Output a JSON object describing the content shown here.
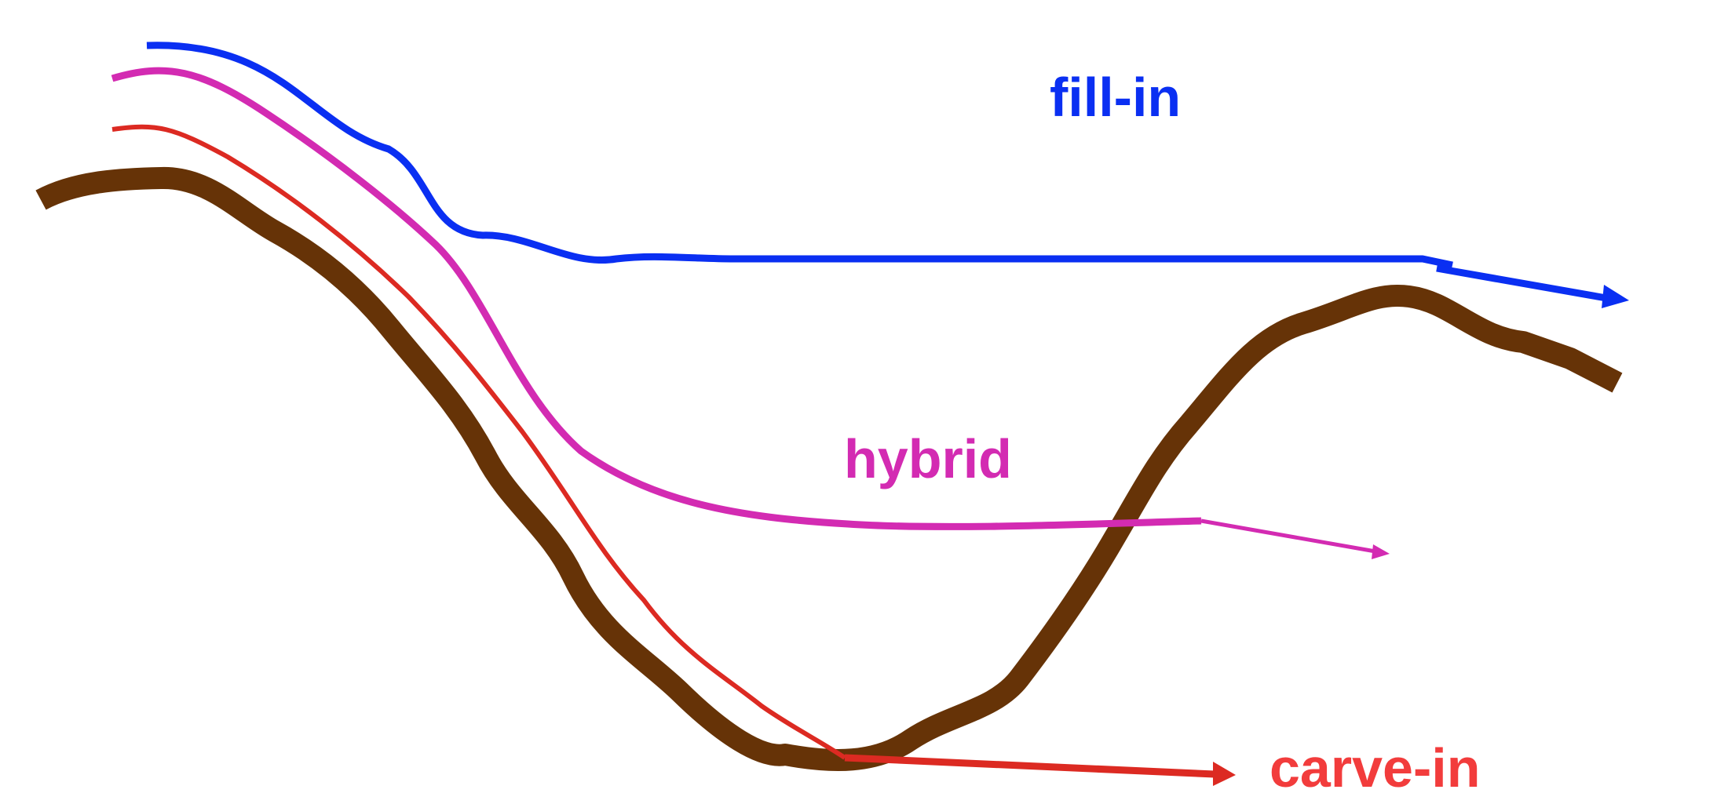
{
  "labels": {
    "fill_in": "fill-in",
    "hybrid": "hybrid",
    "carve_in": "carve-in"
  },
  "colors": {
    "terrain": "#663307",
    "fill_in": "#0a2ff2",
    "hybrid": "#d32bb2",
    "carve_in": "#dc2a22",
    "carve_in_label": "#f23c3c",
    "background": "#ffffff"
  }
}
